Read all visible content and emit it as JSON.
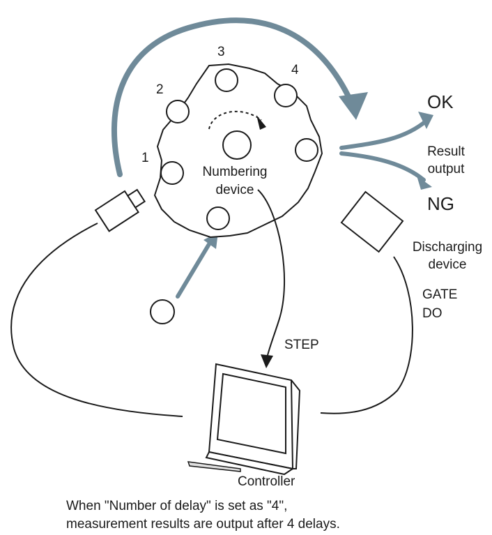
{
  "diagram": {
    "positions": [
      "1",
      "2",
      "3",
      "4"
    ],
    "numbering_device_lines": [
      "Numbering",
      "device"
    ],
    "result_ok": "OK",
    "result_ng": "NG",
    "result_output_lines": [
      "Result",
      "output"
    ],
    "discharging_device_lines": [
      "Discharging",
      "device"
    ],
    "gate_do_lines": [
      "GATE",
      "DO"
    ],
    "step_label": "STEP",
    "controller_label": "Controller",
    "caption_lines": [
      "When \"Number of delay\" is set as \"4\",",
      "measurement results are output after 4 delays."
    ],
    "colors": {
      "line": "#1a1a1a",
      "flow_arrow": "#6f8a99",
      "background": "#ffffff"
    }
  }
}
